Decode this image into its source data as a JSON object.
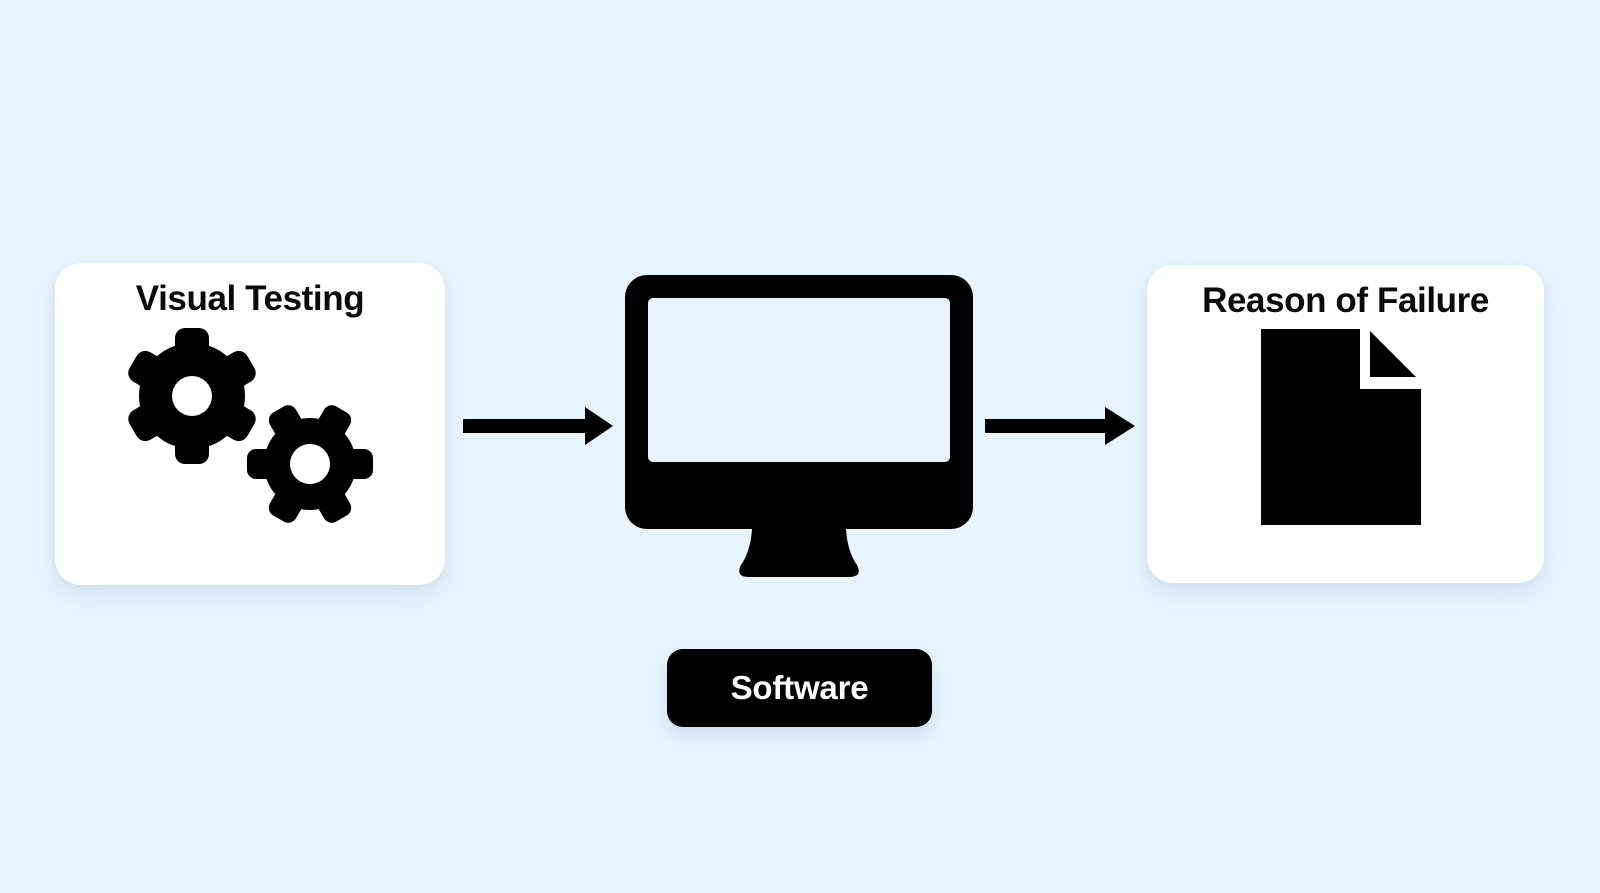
{
  "diagram": {
    "source_node": {
      "title": "Visual Testing",
      "icon": "gears-icon"
    },
    "processor_node": {
      "label": "Software",
      "icon": "computer-monitor-icon"
    },
    "result_node": {
      "title": "Reason of Failure",
      "icon": "document-icon"
    },
    "connectors": [
      {
        "type": "arrow-right",
        "from": "Visual Testing",
        "to": "Software"
      },
      {
        "type": "arrow-right",
        "from": "Software",
        "to": "Reason of Failure"
      }
    ]
  },
  "colors": {
    "background": "#e8f4fd",
    "card_background": "#ffffff",
    "icon_color": "#000000",
    "label_background": "#000000",
    "label_text_color": "#ffffff"
  }
}
